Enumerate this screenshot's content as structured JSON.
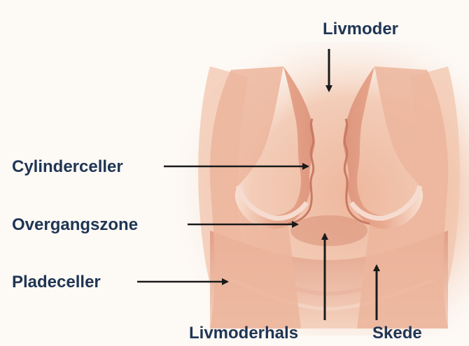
{
  "labels": {
    "livmoder": "Livmoder",
    "cylinderceller": "Cylinderceller",
    "overgangszone": "Overgangszone",
    "pladeceller": "Pladeceller",
    "livmoderhals": "Livmoderhals",
    "skede": "Skede"
  },
  "colors": {
    "label_text": "#1f3554",
    "arrow": "#1a1a1a",
    "tissue_light": "#f6d7c4",
    "tissue_mid": "#eab39a",
    "tissue_dark": "#d8917a",
    "lining": "#f2c9bc"
  }
}
